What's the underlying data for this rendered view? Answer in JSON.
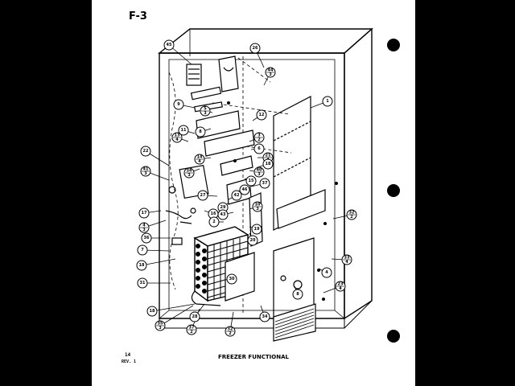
{
  "header": {
    "figure_id": "F-3"
  },
  "footer": {
    "page_number": "14",
    "revision": "REV. 1",
    "caption": "FREEZER FUNCTIONAL"
  },
  "callouts": [
    {
      "text": "45"
    },
    {
      "text": "26"
    },
    {
      "text": "44\n3"
    },
    {
      "text": "1"
    },
    {
      "text": "9"
    },
    {
      "text": "5\n3"
    },
    {
      "text": "12"
    },
    {
      "text": "8"
    },
    {
      "text": "11"
    },
    {
      "text": "13\n4"
    },
    {
      "text": "3\n2"
    },
    {
      "text": "6"
    },
    {
      "text": "14\n4"
    },
    {
      "text": "21\n4"
    },
    {
      "text": "22"
    },
    {
      "text": "18"
    },
    {
      "text": "41\n3"
    },
    {
      "text": "34\n3"
    },
    {
      "text": "40\n3"
    },
    {
      "text": "15"
    },
    {
      "text": "37"
    },
    {
      "text": "46"
    },
    {
      "text": "27"
    },
    {
      "text": "42"
    },
    {
      "text": "10\n3"
    },
    {
      "text": "29"
    },
    {
      "text": "16"
    },
    {
      "text": "43"
    },
    {
      "text": "2"
    },
    {
      "text": "32\n2"
    },
    {
      "text": "17"
    },
    {
      "text": "4\n3"
    },
    {
      "text": "19"
    },
    {
      "text": "36"
    },
    {
      "text": "20"
    },
    {
      "text": "7"
    },
    {
      "text": "33\n4"
    },
    {
      "text": "18"
    },
    {
      "text": "4"
    },
    {
      "text": "31"
    },
    {
      "text": "30"
    },
    {
      "text": "8"
    },
    {
      "text": "23\n4"
    },
    {
      "text": "18"
    },
    {
      "text": "28"
    },
    {
      "text": "34"
    },
    {
      "text": "35\n3"
    },
    {
      "text": "37\n2"
    },
    {
      "text": "32\n2"
    }
  ]
}
